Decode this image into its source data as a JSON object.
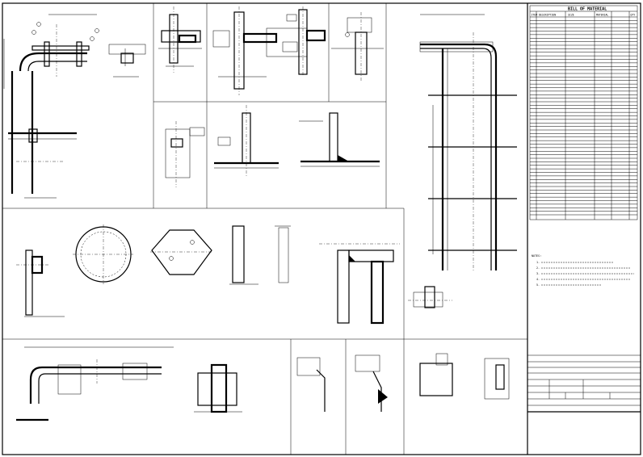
{
  "bom": {
    "title": "BILL OF MATERIAL",
    "headers": [
      "ITEM",
      "DESCRIPTION",
      "SIZE",
      "MATERIAL",
      "QTY"
    ],
    "row_count": 56
  },
  "notes": {
    "heading": "NOTES:",
    "lines": [
      "1.",
      "2.",
      "3.",
      "4.",
      "5."
    ]
  },
  "title_block": {
    "rows": [
      "",
      "",
      "",
      "",
      "",
      ""
    ]
  }
}
